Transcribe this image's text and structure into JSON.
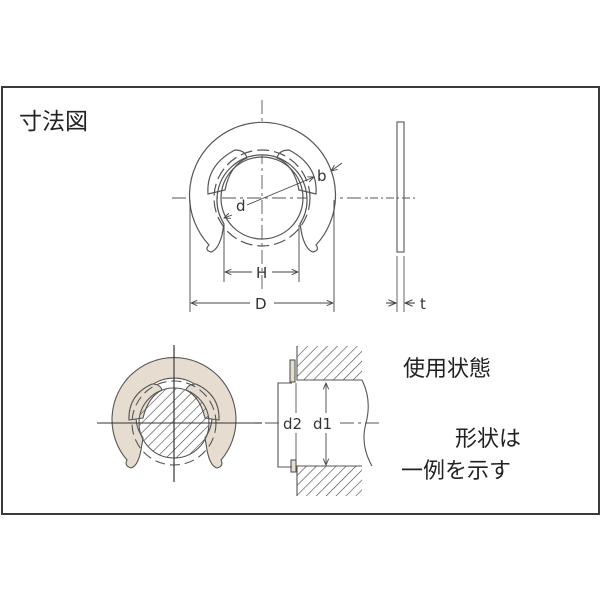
{
  "diagram": {
    "title": "寸法図",
    "usage_title": "使用状態",
    "note_line1": "形状は",
    "note_line2": "一例を示す",
    "dimension_labels": {
      "D": "D",
      "H": "H",
      "d": "d",
      "b": "b",
      "t": "t",
      "d1": "d1",
      "d2": "d2"
    },
    "colors": {
      "line": "#555555",
      "frame": "#3a3a3a",
      "ring_fill": "#e6ddd0",
      "hatch": "#444444"
    }
  }
}
